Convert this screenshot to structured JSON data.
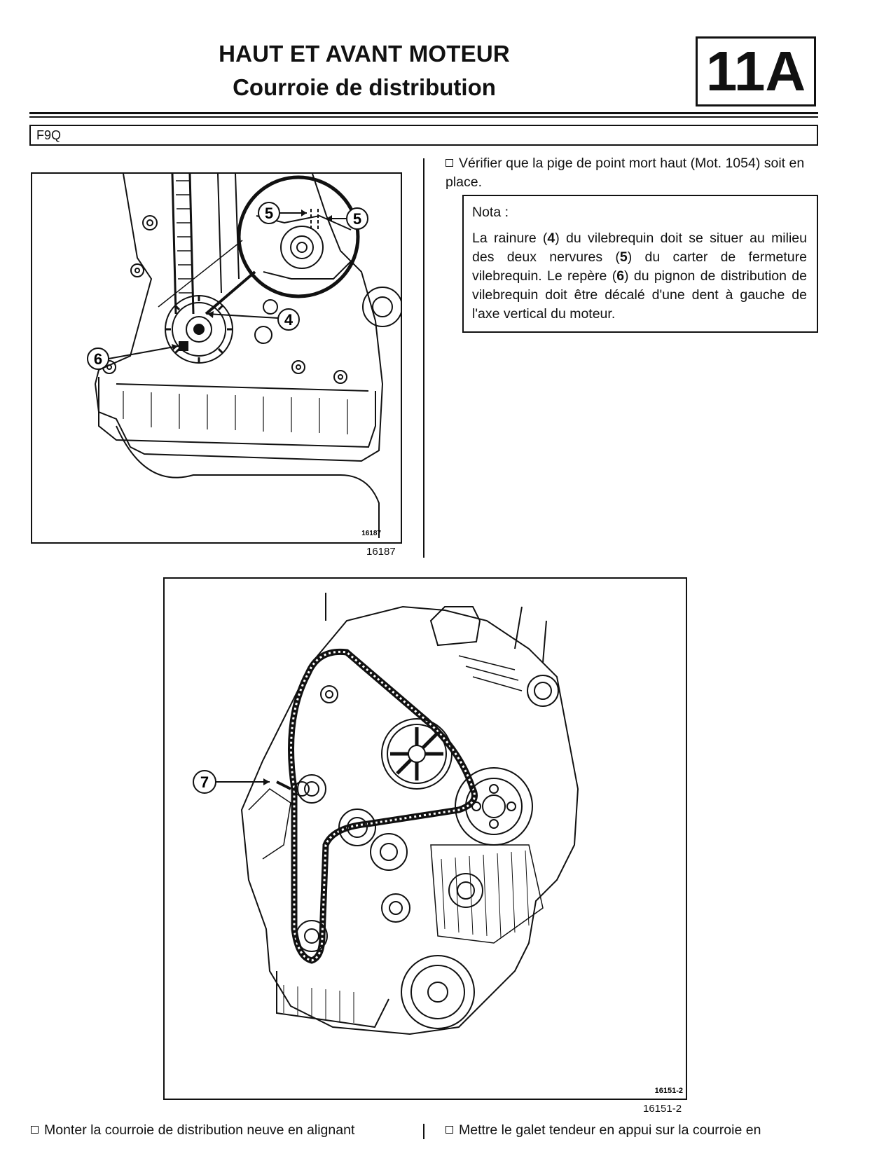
{
  "header": {
    "title_line1": "HAUT ET AVANT MOTEUR",
    "title_line2": "Courroie de distribution",
    "section_code": "11A"
  },
  "model_bar": {
    "label": "F9Q"
  },
  "figure1": {
    "inner_ref": "16187",
    "caption_ref": "16187",
    "callouts": [
      "5",
      "5",
      "4",
      "6"
    ]
  },
  "right_column": {
    "step1": "Vérifier que la pige de point mort haut (Mot. 1054) soit en place.",
    "nota": {
      "heading": "Nota :",
      "body_parts": [
        "La rainure (",
        "4",
        ") du vilebrequin doit se situer au milieu des deux nervures (",
        "5",
        ") du carter de fermeture vilebrequin. Le repère (",
        "6",
        ") du pignon de distribution de vilebrequin doit être décalé d'une dent à gauche de l'axe vertical du moteur."
      ]
    }
  },
  "figure2": {
    "inner_ref": "16151-2",
    "caption_ref": "16151-2",
    "callouts": [
      "7"
    ]
  },
  "footer": {
    "left_step": "Monter la courroie de distribution neuve en alignant",
    "right_step": "Mettre le galet tendeur en appui sur la courroie en"
  }
}
